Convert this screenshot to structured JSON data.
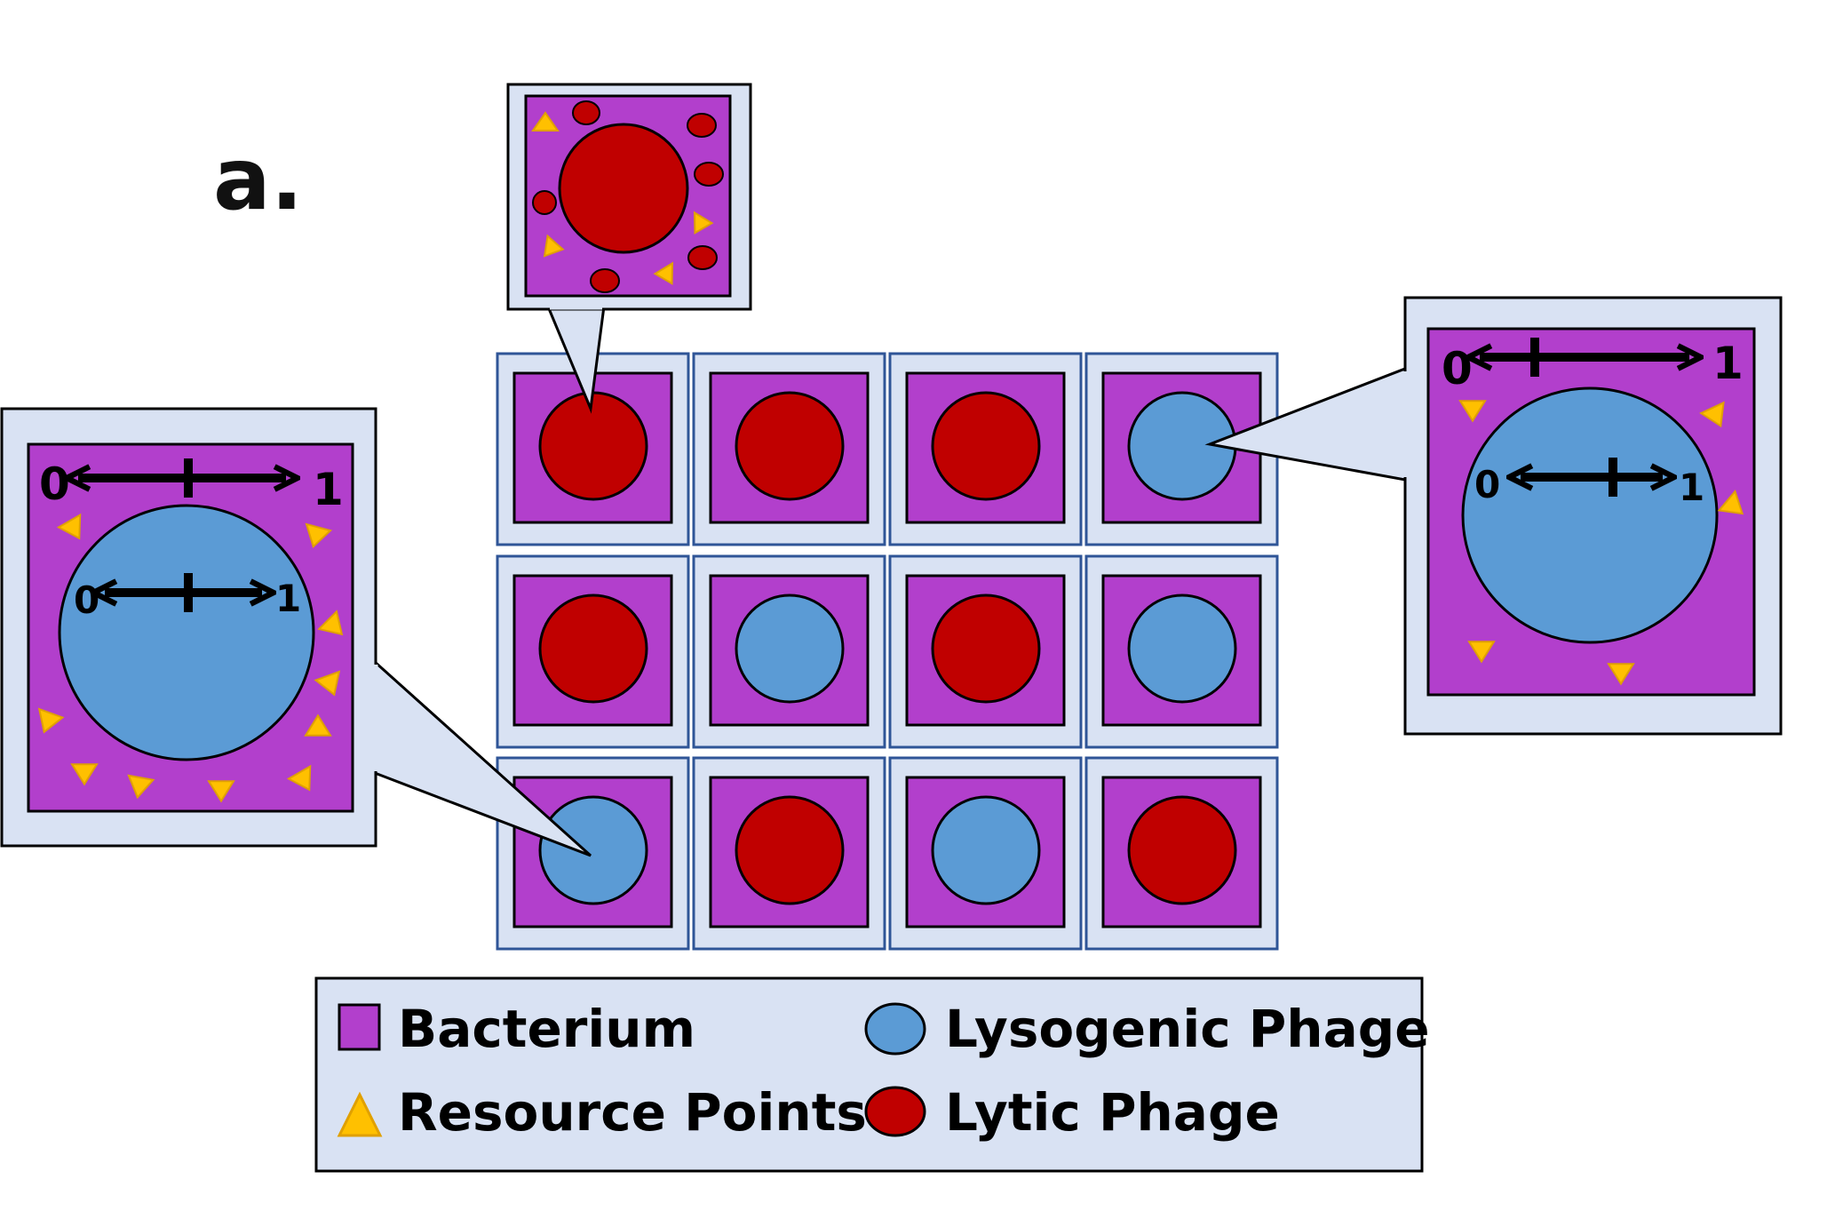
{
  "panel_label": "a.",
  "colors": {
    "bacterium": "#b23fcc",
    "lysogenic": "#5b9bd5",
    "lytic": "#c00000",
    "resource": "#ffc000",
    "resource_stroke": "#e0a000",
    "cell_bg": "#d9e2f3",
    "cell_border": "#2f5597"
  },
  "grid": {
    "rows": [
      [
        "lytic",
        "lytic",
        "lytic",
        "lysogenic"
      ],
      [
        "lytic",
        "lysogenic",
        "lytic",
        "lysogenic"
      ],
      [
        "lysogenic",
        "lytic",
        "lysogenic",
        "lytic"
      ]
    ]
  },
  "callouts": {
    "left": {
      "outer_min": "0",
      "outer_max": "1",
      "inner_min": "0",
      "inner_max": "1"
    },
    "right": {
      "outer_min": "0",
      "outer_max": "1",
      "inner_min": "0",
      "inner_max": "1"
    }
  },
  "legend": {
    "bacterium": "Bacterium",
    "resource": "Resource Points",
    "lysogenic": "Lysogenic Phage",
    "lytic": "Lytic Phage"
  }
}
